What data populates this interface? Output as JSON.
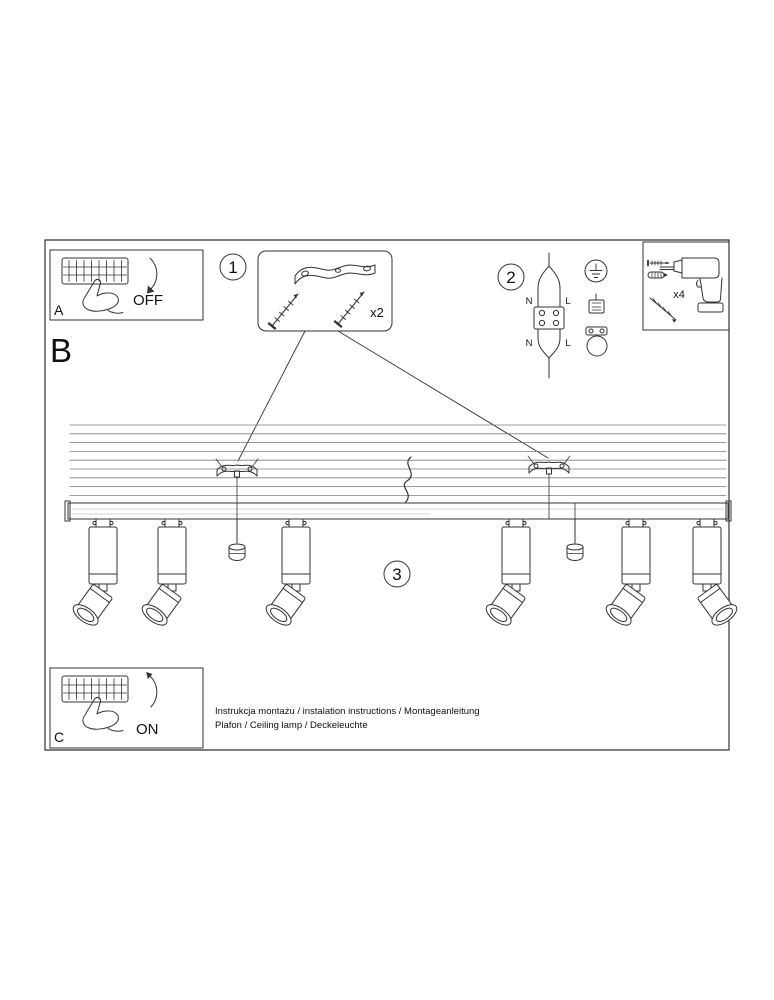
{
  "colors": {
    "ink": "#333333",
    "background": "#ffffff",
    "hatch": "#7d7d7d"
  },
  "panels": {
    "a": {
      "label": "A",
      "state": "OFF"
    },
    "b": {
      "label": "B"
    },
    "c": {
      "label": "C",
      "state": "ON"
    }
  },
  "steps": {
    "one": "1",
    "two": "2",
    "three": "3"
  },
  "quantities": {
    "brackets": "x2",
    "screws": "x4"
  },
  "wiring": {
    "top_n": "N",
    "top_l": "L",
    "bottom_n": "N",
    "bottom_l": "L"
  },
  "footer": {
    "line1": "Instrukcja montażu / instalation instructions / Montageanleitung",
    "line2": "Plafon / Ceiling lamp / Deckeleuchte"
  },
  "icons": [
    "switch-panel-icon",
    "pressing-hand-icon",
    "flick-arrow-icon",
    "mounting-bracket-icon",
    "screw-icon",
    "power-cable-icon",
    "terminal-block-icon",
    "earth-ground-icon",
    "cable-connector-icon",
    "cable-clamp-icon",
    "drill-icon",
    "wall-plug-icon",
    "drill-bit-icon",
    "ceiling-hatch",
    "track-bar",
    "spotlight-icon",
    "bulb-icon",
    "power-cord-icon"
  ]
}
